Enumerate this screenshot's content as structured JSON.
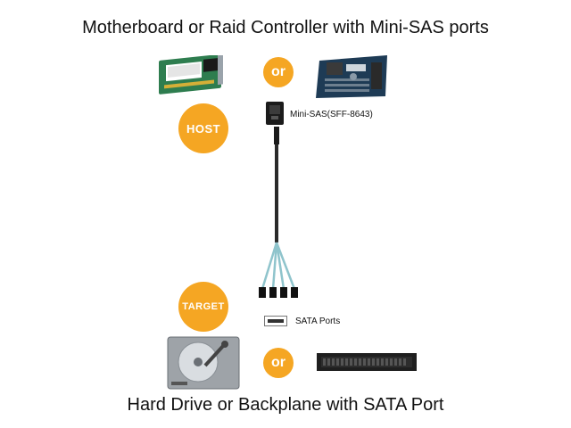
{
  "header": {
    "title": "Motherboard or Raid Controller with Mini-SAS ports"
  },
  "footer": {
    "title": "Hard Drive or Backplane with SATA Port"
  },
  "badges": {
    "or_top": "or",
    "or_bottom": "or",
    "host": "HOST",
    "target": "TARGET"
  },
  "labels": {
    "mini_sas": "Mini-SAS(SFF-8643)",
    "sata_ports": "SATA Ports"
  },
  "colors": {
    "accent": "#F5A623",
    "cable": "#8FC4CC",
    "pcb_green": "#2E7D4F",
    "board_dark": "#1E3B55"
  }
}
